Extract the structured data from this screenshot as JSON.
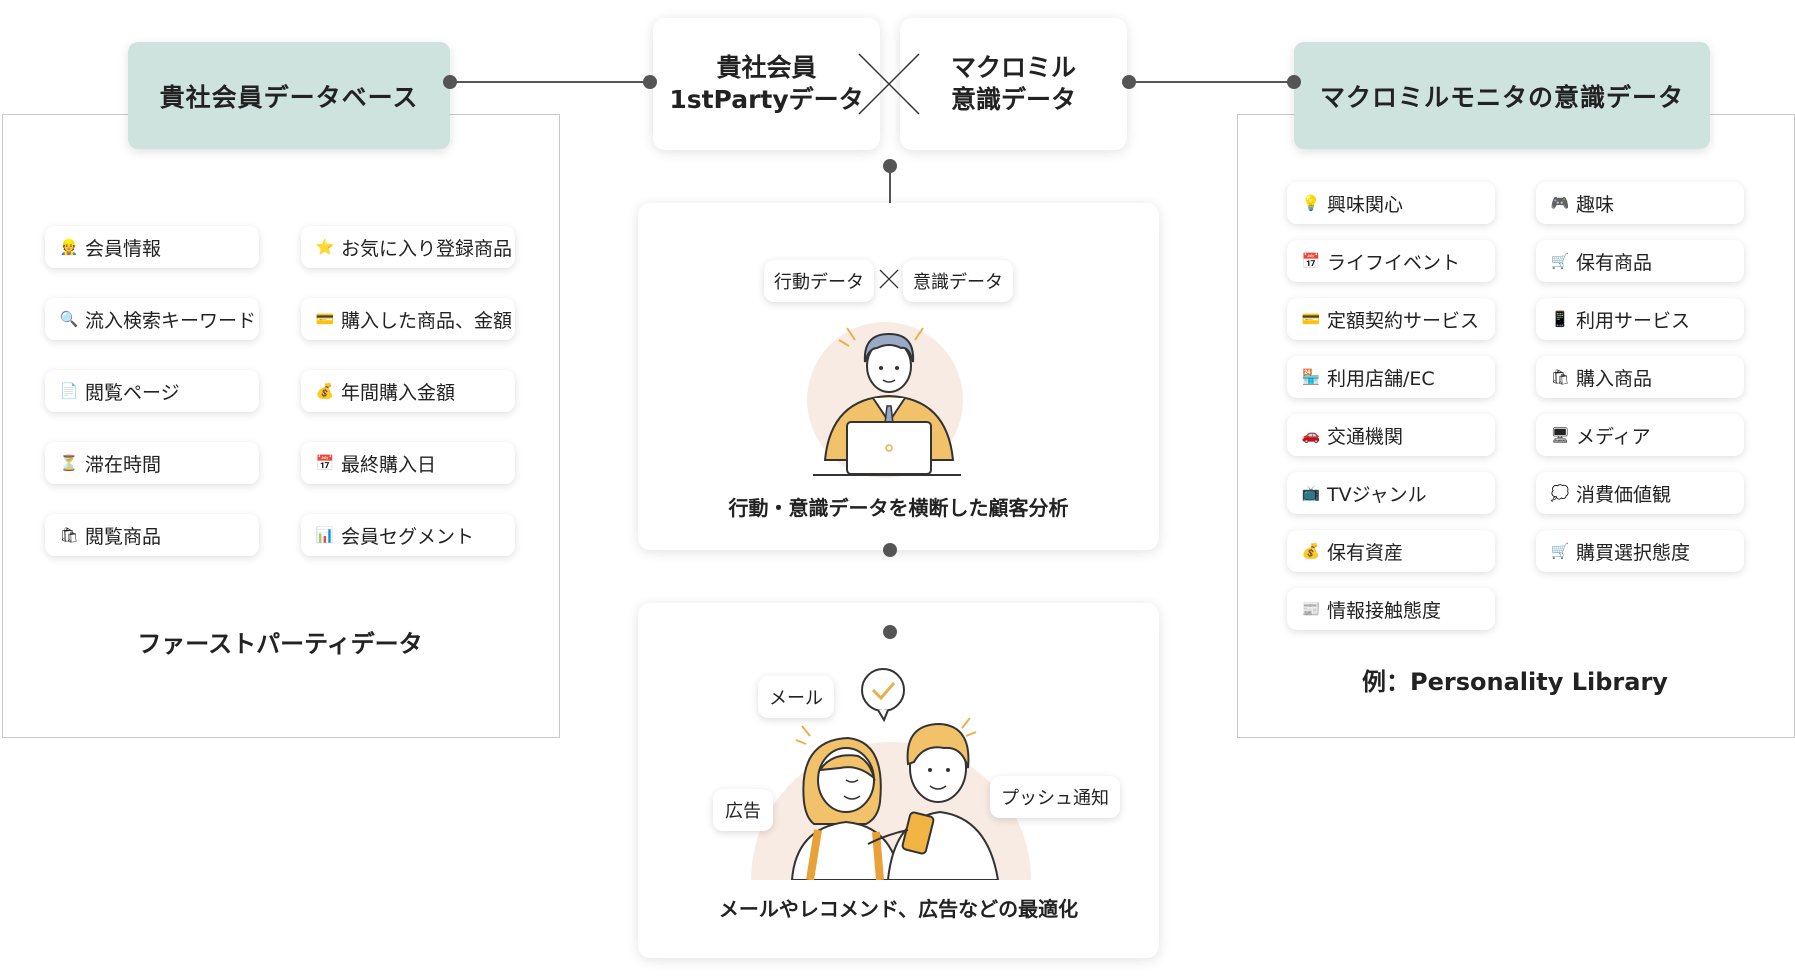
{
  "left": {
    "header": "貴社会員データベース",
    "items": [
      {
        "icon": "person-badge-icon",
        "glyph": "👷",
        "label": "会員情報"
      },
      {
        "icon": "star-icon",
        "glyph": "⭐",
        "label": "お気に入り登録商品"
      },
      {
        "icon": "magnifier-icon",
        "glyph": "🔍",
        "label": "流入検索キーワード"
      },
      {
        "icon": "credit-card-icon",
        "glyph": "💳",
        "label": "購入した商品、金額"
      },
      {
        "icon": "page-icon",
        "glyph": "📄",
        "label": "閲覧ページ"
      },
      {
        "icon": "money-bag-icon",
        "glyph": "💰",
        "label": "年間購入金額"
      },
      {
        "icon": "hourglass-icon",
        "glyph": "⏳",
        "label": "滞在時間"
      },
      {
        "icon": "calendar-icon",
        "glyph": "📅",
        "label": "最終購入日"
      },
      {
        "icon": "shopping-bags-icon",
        "glyph": "🛍",
        "label": "閲覧商品"
      },
      {
        "icon": "bar-chart-icon",
        "glyph": "📊",
        "label": "会員セグメント"
      }
    ],
    "caption": "ファーストパーティデータ"
  },
  "right": {
    "header": "マクロミルモニタの意識データ",
    "items": [
      {
        "icon": "light-bulb-icon",
        "glyph": "💡",
        "label": "興味関心"
      },
      {
        "icon": "game-controller-icon",
        "glyph": "🎮",
        "label": "趣味"
      },
      {
        "icon": "calendar-icon",
        "glyph": "📅",
        "label": "ライフイベント"
      },
      {
        "icon": "shopping-cart-icon",
        "glyph": "🛒",
        "label": "保有商品"
      },
      {
        "icon": "credit-card-icon",
        "glyph": "💳",
        "label": "定額契約サービス"
      },
      {
        "icon": "mobile-phone-icon",
        "glyph": "📱",
        "label": "利用サービス"
      },
      {
        "icon": "store-icon",
        "glyph": "🏪",
        "label": "利用店舗/EC"
      },
      {
        "icon": "shopping-bags-icon",
        "glyph": "🛍",
        "label": "購入商品"
      },
      {
        "icon": "car-icon",
        "glyph": "🚗",
        "label": "交通機関"
      },
      {
        "icon": "monitor-icon",
        "glyph": "🖥",
        "label": "メディア"
      },
      {
        "icon": "tv-icon",
        "glyph": "📺",
        "label": "TVジャンル"
      },
      {
        "icon": "speech-bubble-icon",
        "glyph": "💭",
        "label": "消費価値観"
      },
      {
        "icon": "money-bag-icon",
        "glyph": "💰",
        "label": "保有資産"
      },
      {
        "icon": "shopping-cart-icon",
        "glyph": "🛒",
        "label": "購買選択態度"
      },
      {
        "icon": "newspaper-icon",
        "glyph": "📰",
        "label": "情報接触態度"
      }
    ],
    "caption": "例：Personality Library"
  },
  "top": {
    "left_line1": "貴社会員",
    "left_line2": "1stPartyデータ",
    "right_line1": "マクロミル",
    "right_line2": "意識データ"
  },
  "analysis": {
    "chip_left": "行動データ",
    "chip_right": "意識データ",
    "title": "行動・意識データを横断した顧客分析"
  },
  "optimize": {
    "chip_mail": "メール",
    "chip_ad": "広告",
    "chip_push": "プッシュ通知",
    "title": "メールやレコメンド、広告などの最適化"
  },
  "colors": {
    "header_bg": "#cfe3de",
    "connector": "#555555",
    "panel_border": "#c8c8c8",
    "illustration_circle": "#f8ebe3",
    "accent_orange": "#f2b544"
  }
}
